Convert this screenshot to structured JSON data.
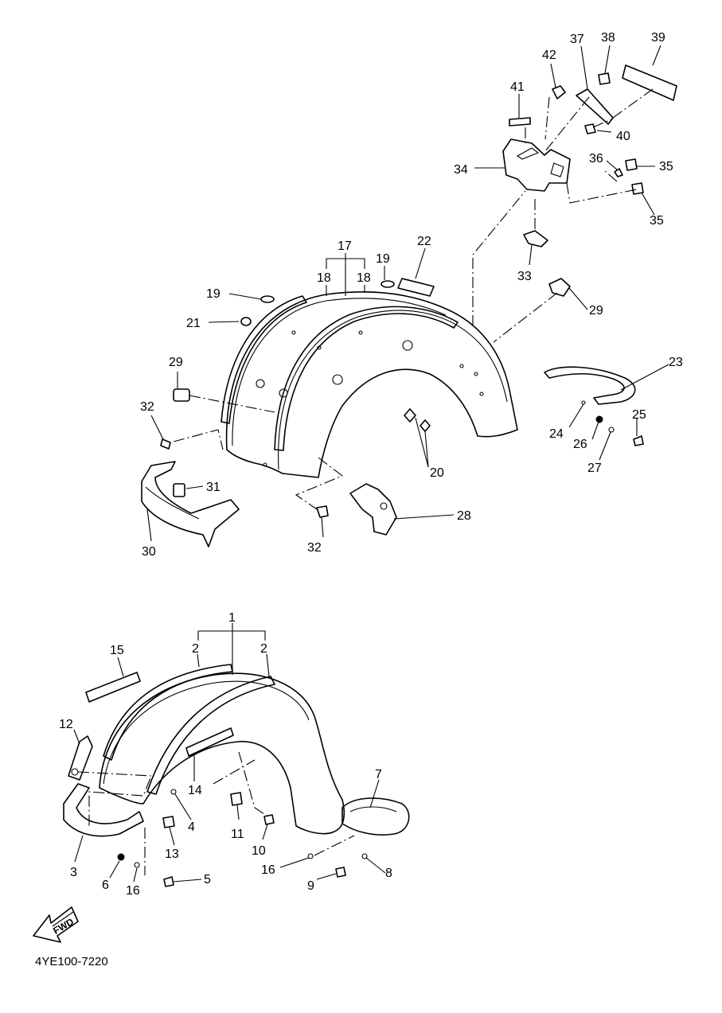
{
  "diagram_code": "4YE100-7220",
  "fwd_label": "FWD",
  "callouts": {
    "n1": "1",
    "n2a": "2",
    "n2b": "2",
    "n3": "3",
    "n4": "4",
    "n5": "5",
    "n6": "6",
    "n7": "7",
    "n8": "8",
    "n9": "9",
    "n10": "10",
    "n11": "11",
    "n12": "12",
    "n13": "13",
    "n14": "14",
    "n15": "15",
    "n16a": "16",
    "n16b": "16",
    "n17": "17",
    "n18a": "18",
    "n18b": "18",
    "n19a": "19",
    "n19b": "19",
    "n20": "20",
    "n21": "21",
    "n22": "22",
    "n23": "23",
    "n24": "24",
    "n25": "25",
    "n26": "26",
    "n27": "27",
    "n28": "28",
    "n29a": "29",
    "n29b": "29",
    "n30": "30",
    "n31": "31",
    "n32a": "32",
    "n32b": "32",
    "n33": "33",
    "n34": "34",
    "n35a": "35",
    "n35b": "35",
    "n36": "36",
    "n37": "37",
    "n38": "38",
    "n39": "39",
    "n40": "40",
    "n41": "41",
    "n42": "42"
  }
}
